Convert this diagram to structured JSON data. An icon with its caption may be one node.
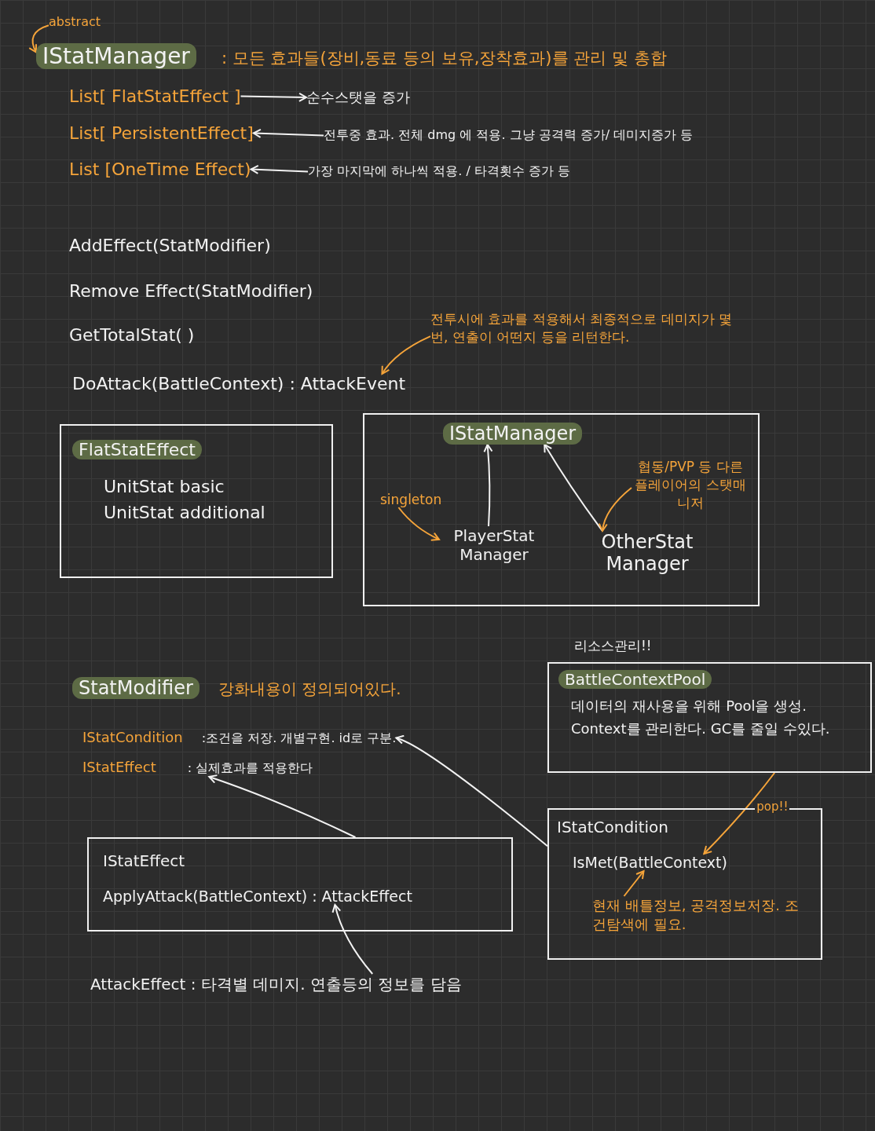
{
  "diagram": {
    "nodes": [
      {
        "text": [
          "abstract"
        ]
      },
      {
        "text": [
          "IStatManager"
        ],
        "beside": [
          ": 모든 효과들(장비,동료 등의 보유,장착효과)를 관리 및 총합"
        ]
      },
      {
        "text": [
          "List[ FlatStatEffect ]"
        ]
      },
      {
        "text": [
          "순수스탯을 증가"
        ]
      },
      {
        "text": [
          "List[ PersistentEffect]"
        ]
      },
      {
        "text": [
          "전투중 효과. 전체 dmg 에 적용. 그냥 공격력 증가/ 데미지증가 등"
        ]
      },
      {
        "text": [
          "List [OneTime Effect)"
        ]
      },
      {
        "text": [
          "가장 마지막에 하나씩 적용. / 타격횟수 증가 등"
        ]
      },
      {
        "text": [
          "DoAttack(BattleContext) : AttackEvent"
        ]
      },
      {
        "text": [
          "전투시에 효과를 적용해서 최종적으로 데미지가 몇번, 연출이 어떤지 등을 리턴한다."
        ]
      },
      {
        "text": [
          "FlatStatEffect",
          "UnitStat basic",
          "UnitStat additional"
        ]
      },
      {
        "text": [],
        "shape": "box"
      },
      {
        "text": [
          "IStatManager"
        ],
        "in": 11
      },
      {
        "text": [
          "singleton"
        ],
        "in": 11
      },
      {
        "text": [
          "PlayerStat Manager"
        ],
        "in": 11
      },
      {
        "text": [
          "협동/PVP 등 다른플레이어의 스탯매니저"
        ],
        "in": 11
      },
      {
        "text": [
          "OtherStat Manager"
        ],
        "in": 11
      },
      {
        "text": [
          "StatModifier",
          "강화내용이 정의되어있다."
        ]
      },
      {
        "text": [
          "IStatCondition",
          ":조건을 저장. 개별구현. id로 구분."
        ]
      },
      {
        "text": [
          "IStatEffect",
          ": 실제효과를 적용한다"
        ]
      },
      {
        "text": [
          "리소스관리!!",
          "BattleContextPool",
          "데이터의 재사용을 위해 Pool을 생성. Context를 관리한다. GC를 줄일 수있다."
        ]
      },
      {
        "text": [
          "IStatEffect"
        ]
      },
      {
        "text": [
          "ApplyAttack(BattleContext) : AttackEffect"
        ],
        "in": 21
      },
      {
        "text": [
          "IStatCondition"
        ]
      },
      {
        "text": [
          "IsMet(BattleContext)"
        ],
        "in": 23
      },
      {
        "text": [
          "현재 배틀정보, 공격정보저장. 조건탐색에 필요."
        ],
        "in": 23
      },
      {
        "text": [
          "AttackEffect : 타격별 데미지. 연출등의 정보를 담음"
        ]
      }
    ],
    "edges": [
      {
        "from": 0,
        "to": 1,
        "arrow": "to",
        "color": "#f5a43a"
      },
      {
        "from": 2,
        "to": 3,
        "arrow": "to"
      },
      {
        "from": 5,
        "to": 4,
        "arrow": "to"
      },
      {
        "from": 7,
        "to": 6,
        "arrow": "to"
      },
      {
        "from": 9,
        "to": 8,
        "arrow": "to",
        "color": "#f5a43a"
      },
      {
        "from": 14,
        "to": 12,
        "arrow": "to"
      },
      {
        "from": 16,
        "to": 12,
        "arrow": "to"
      },
      {
        "from": 13,
        "to": 14,
        "arrow": "to",
        "color": "#f5a43a"
      },
      {
        "from": 15,
        "to": 16,
        "arrow": "to",
        "color": "#f5a43a"
      },
      {
        "from": 21,
        "to": 19,
        "arrow": "to"
      },
      {
        "from": 23,
        "to": 18,
        "arrow": "to"
      },
      {
        "from": 20,
        "to": 24,
        "arrow": "to",
        "label": "pop!!",
        "color": "#f5a43a"
      },
      {
        "from": 25,
        "to": 24,
        "arrow": "to",
        "color": "#f5a43a"
      },
      {
        "from": 26,
        "to": 22,
        "arrow": "to"
      }
    ],
    "labels": [
      "AddEffect(StatModifier)",
      "Remove Effect(StatModifier)",
      "GetTotalStat( )"
    ]
  }
}
